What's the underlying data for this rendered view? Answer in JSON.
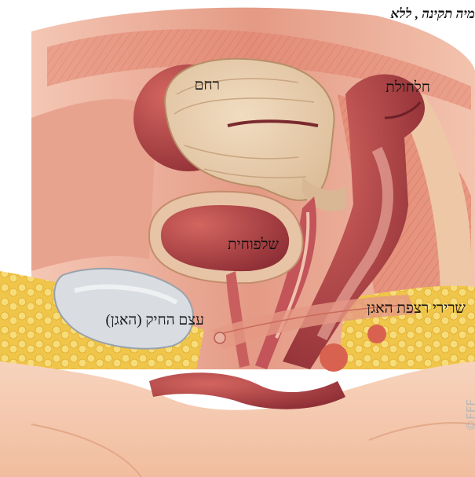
{
  "title": "מיה תקינה , ללא",
  "labels": {
    "uterus": "רחם",
    "rectum": "חלחולת",
    "bladder": "שלפוחית",
    "pubic_bone": "עצם החיק (האגן)",
    "pelvic_floor": "שרירי רצפת האגן"
  },
  "watermark": "©FFF",
  "colors": {
    "muscle": "#e0826f",
    "muscle_dark": "#b8474a",
    "uterus_tissue": "#ead2b3",
    "fat": "#f2cf5a",
    "skin": "#f5c9ad",
    "bone": "#d9dde2"
  }
}
